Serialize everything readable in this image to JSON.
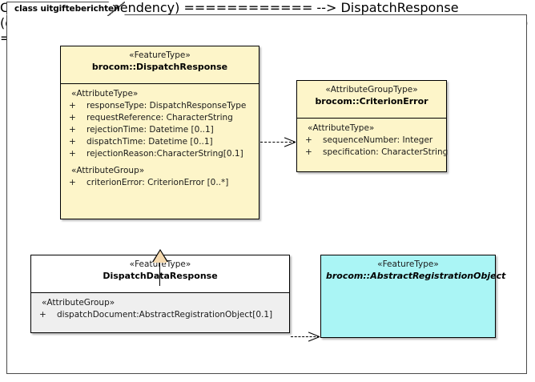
{
  "diagram": {
    "tab_label": "class uitgifteberichten",
    "colors": {
      "feature_type_fill": "#fdf5c9",
      "attribute_group_type_fill": "#fdf5c9",
      "abstract_fill": "#aaf5f5",
      "subclass_header_fill": "#ffffff",
      "subclass_body_fill": "#efefef",
      "generalization_fill": "#f5d9ae",
      "line": "#000000"
    }
  },
  "classes": {
    "dispatch_response": {
      "stereotype": "«FeatureType»",
      "name": "brocom::DispatchResponse",
      "compartments": [
        {
          "group_label": "«AttributeType»",
          "attributes": [
            {
              "visibility": "+",
              "text": "responseType: DispatchResponseType"
            },
            {
              "visibility": "+",
              "text": "requestReference: CharacterString"
            },
            {
              "visibility": "+",
              "text": "rejectionTime: Datetime [0..1]"
            },
            {
              "visibility": "+",
              "text": "dispatchTime: Datetime [0..1]"
            },
            {
              "visibility": "+",
              "text": "rejectionReason:CharacterString[0.1]"
            }
          ]
        },
        {
          "group_label": "«AttributeGroup»",
          "attributes": [
            {
              "visibility": "+",
              "text": "criterionError: CriterionError [0..*]"
            }
          ]
        }
      ]
    },
    "criterion_error": {
      "stereotype": "«AttributeGroupType»",
      "name": "brocom::CriterionError",
      "compartments": [
        {
          "group_label": "«AttributeType»",
          "attributes": [
            {
              "visibility": "+",
              "text": "sequenceNumber: Integer"
            },
            {
              "visibility": "+",
              "text": "specification: CharacterString"
            }
          ]
        }
      ]
    },
    "dispatch_data_response": {
      "stereotype": "«FeatureType»",
      "name": "DispatchDataResponse",
      "compartments": [
        {
          "group_label": "«AttributeGroup»",
          "attributes": [
            {
              "visibility": "+",
              "text": "dispatchDocument:AbstractRegistrationObject[0.1]"
            }
          ]
        }
      ]
    },
    "abstract_registration_object": {
      "stereotype": "«FeatureType»",
      "name": "brocom::AbstractRegistrationObject",
      "compartments": []
    }
  },
  "connectors": [
    {
      "id": "dep-dispatchresponse-criterionerror",
      "type": "dependency",
      "source": "brocom::DispatchResponse",
      "target": "brocom::CriterionError",
      "style": "dashed-open-arrow"
    },
    {
      "id": "gen-dispatchdataresponse-dispatchresponse",
      "type": "generalization",
      "source": "DispatchDataResponse",
      "target": "brocom::DispatchResponse",
      "style": "solid-hollow-triangle"
    },
    {
      "id": "dep-dispatchdataresponse-abstractregistrationobject",
      "type": "dependency",
      "source": "DispatchDataResponse",
      "target": "brocom::AbstractRegistrationObject",
      "style": "dashed-open-arrow"
    }
  ]
}
